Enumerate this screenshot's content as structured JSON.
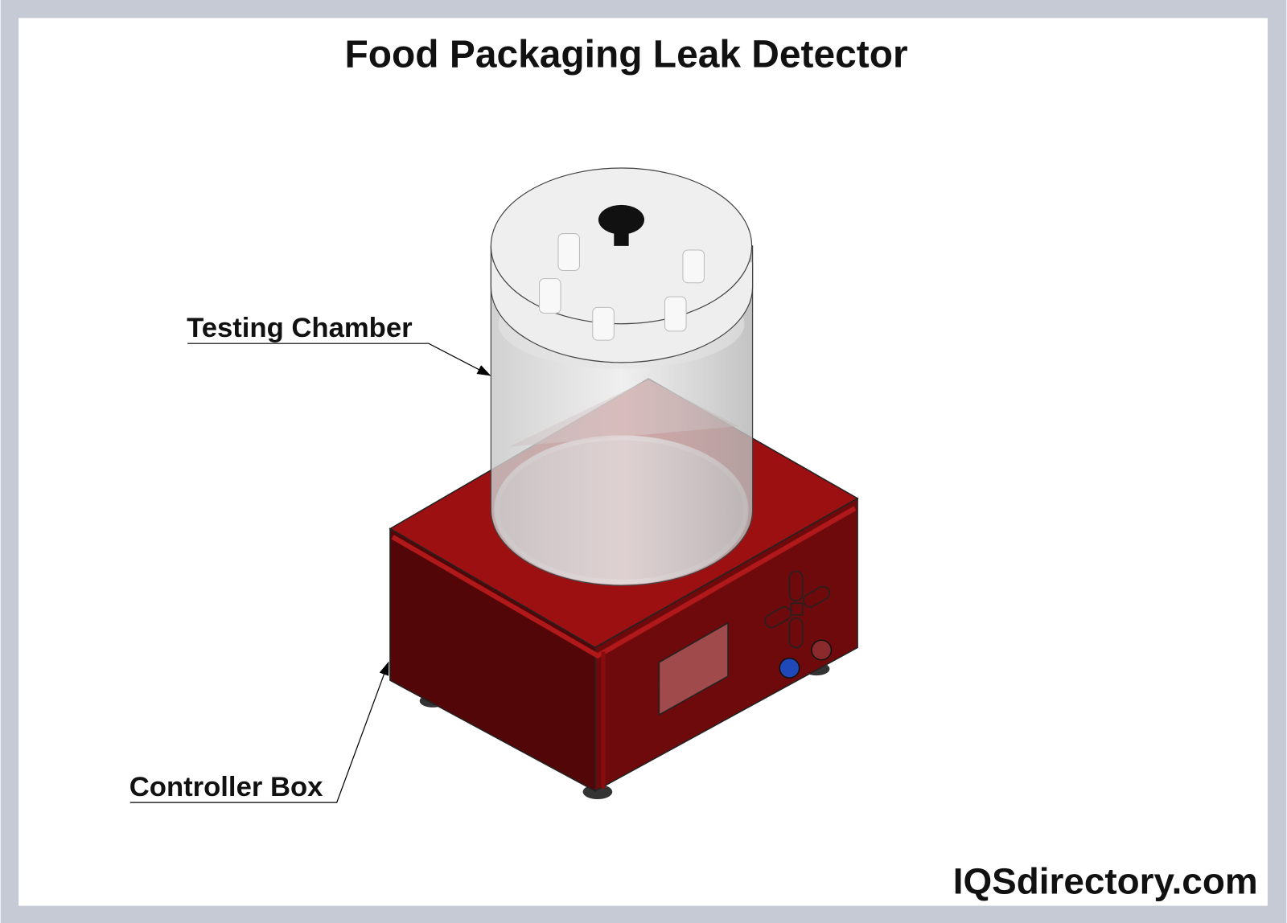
{
  "title": "Food Packaging Leak Detector",
  "labels": {
    "testing_chamber": "Testing Chamber",
    "controller_box": "Controller Box"
  },
  "watermark": "IQSdirectory.com",
  "colors": {
    "frame": "#c6cad4",
    "box_top": "#9c1012",
    "box_left": "#520607",
    "box_right": "#6e0a0b",
    "button_blue": "#1f48b8",
    "button_red": "#8a2a2a"
  }
}
